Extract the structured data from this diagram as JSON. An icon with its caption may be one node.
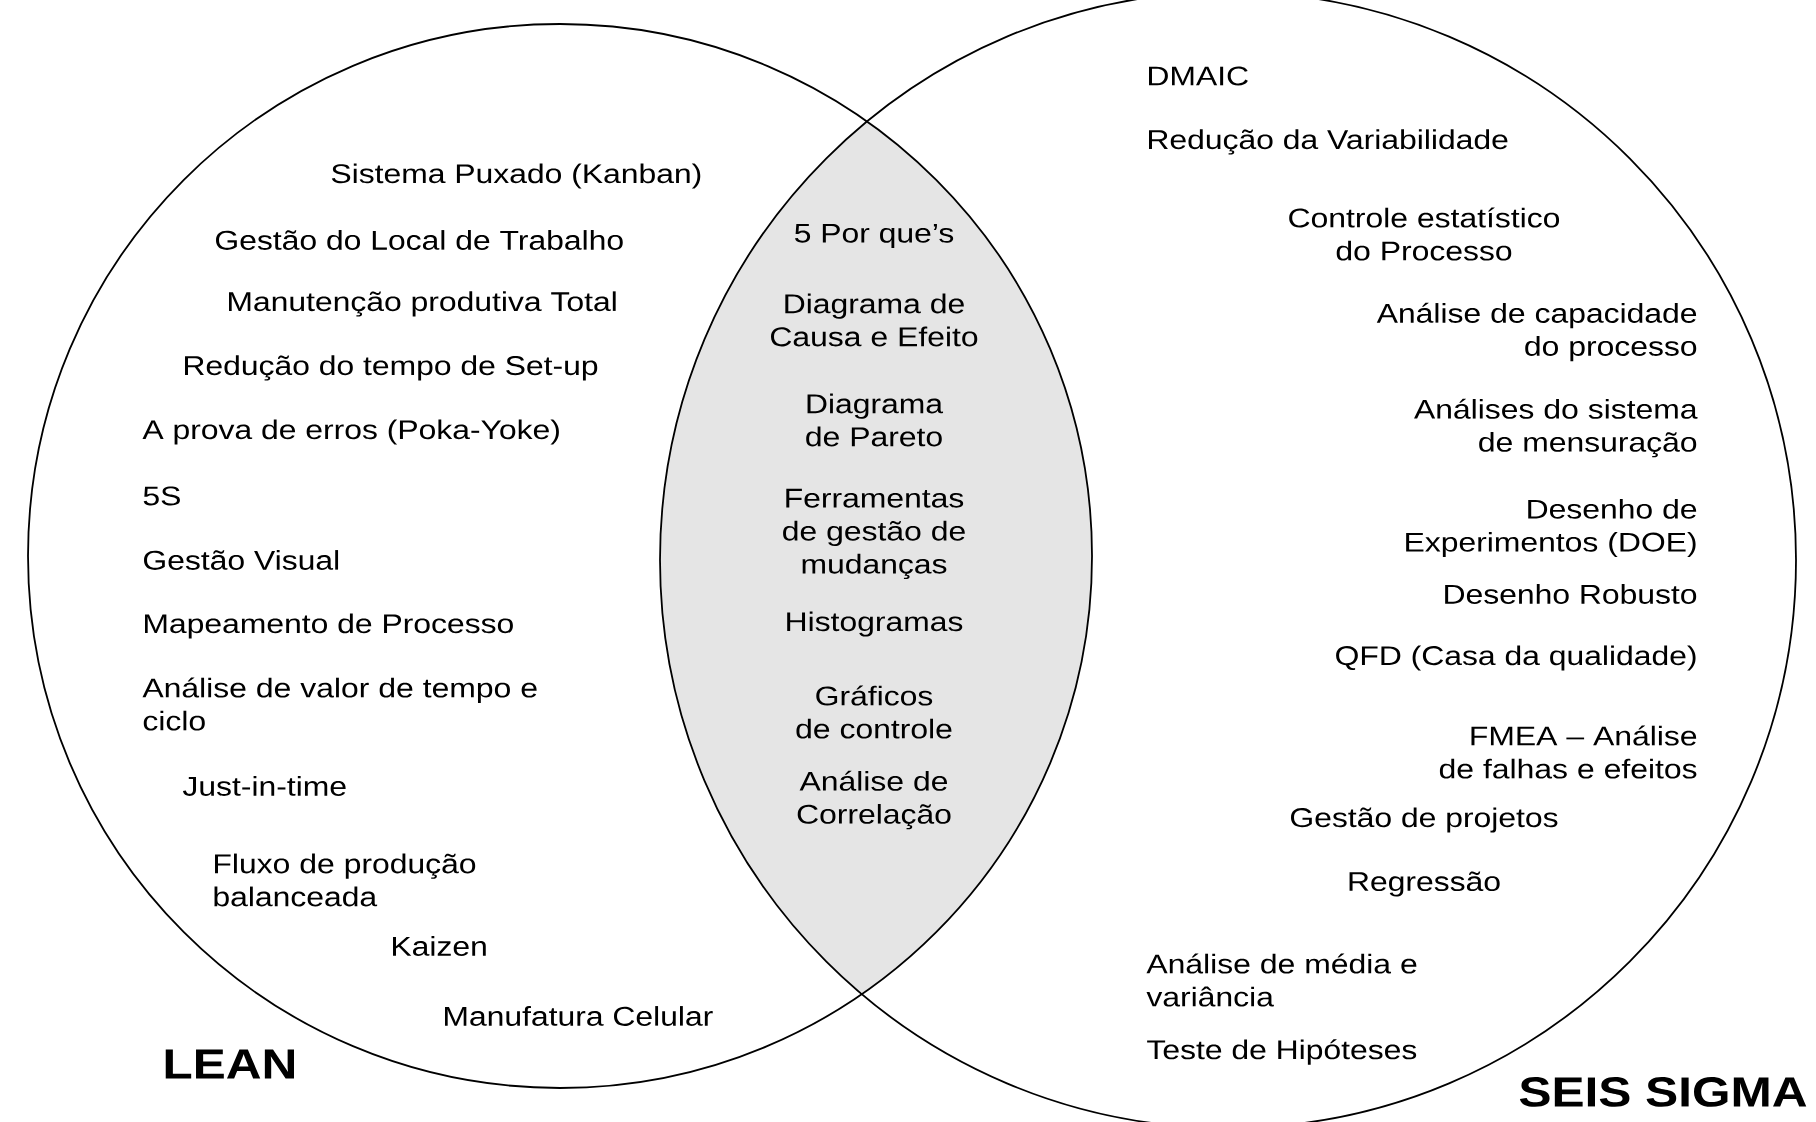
{
  "diagram": {
    "nodes": [
      {
        "text": [
          "LEAN",
          "Sistema Puxado (Kanban)",
          "Gestão do Local de Trabalho",
          "Manutenção produtiva Total",
          "Redução do tempo de Set-up",
          "A prova de erros (Poka-Yoke)",
          "5S",
          "Gestão Visual",
          "Mapeamento de Processo",
          "Análise de valor de tempo e ciclo",
          "Just-in-time",
          "Fluxo de produção balanceada",
          "Kaizen",
          "Manufatura Celular"
        ]
      },
      {
        "text": [
          "SEIS SIGMA",
          "DMAIC",
          "Redução da Variabilidade",
          "Controle estatístico do Processo",
          "Análise de capacidade do processo",
          "Análises do sistema de mensuração",
          "Desenho de Experimentos (DOE)",
          "Desenho Robusto",
          "QFD (Casa da qualidade)",
          "FMEA – Análise de falhas e efeitos",
          "Gestão de projetos",
          "Regressão",
          "Análise de média e variância",
          "Teste de Hipóteses"
        ]
      },
      {
        "text": [
          "5 Por que’s",
          "Diagrama de Causa e Efeito",
          "Diagrama de Pareto",
          "Ferramentas de gestão de mudanças",
          "Histogramas",
          "Gráficos de controle",
          "Análise de Correlação"
        ]
      }
    ]
  }
}
